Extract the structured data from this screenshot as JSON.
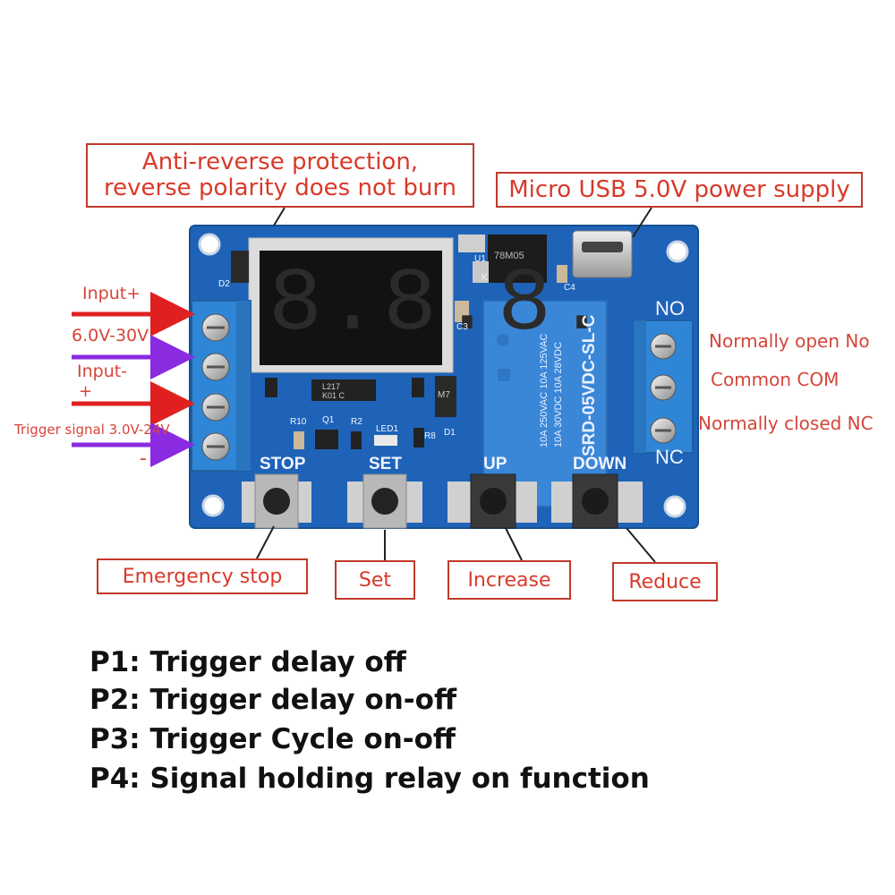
{
  "callouts": {
    "anti_reverse_line1": "Anti-reverse protection,",
    "anti_reverse_line2": "reverse polarity does not burn",
    "micro_usb": "Micro USB 5.0V power supply",
    "emergency_stop": "Emergency stop",
    "set": "Set",
    "increase": "Increase",
    "reduce": "Reduce"
  },
  "left_labels": {
    "input_plus": "Input+",
    "voltage_range": "6.0V-30V",
    "input_minus": "Input-",
    "plus_sign": "+",
    "trigger_signal": "Trigger signal 3.0V-24V",
    "minus_sign": "-"
  },
  "right_labels": {
    "normally_open": "Normally open No",
    "common": "Common COM",
    "normally_closed": "Normally closed NC"
  },
  "board": {
    "button_stop": "STOP",
    "button_set": "SET",
    "button_up": "UP",
    "button_down": "DOWN",
    "terminal_no": "NO",
    "terminal_nc": "NC",
    "display": "8.8.8.",
    "relay_model": "SRD-05VDC-SL-C",
    "relay_rating_1": "10A 250VAC 10A 125VAC",
    "relay_rating_2": "10A 30VDC 10A 28VDC",
    "regulator": "78M05",
    "reg_u1": "U1",
    "reg_k": "K",
    "ic_code": "L217",
    "ic_code2": "K01 C",
    "label_d2": "D2",
    "label_d1": "D1",
    "label_r10": "R10",
    "label_q1": "Q1",
    "label_r2": "R2",
    "label_led1": "LED1",
    "label_r8": "R8",
    "label_c3": "C3",
    "label_c4": "C4",
    "label_m7": "M7"
  },
  "legend": {
    "p1": "P1: Trigger delay off",
    "p2": "P2: Trigger delay on-off",
    "p3": "P3: Trigger Cycle on-off",
    "p4": "P4: Signal holding relay on function"
  },
  "colors": {
    "pcb": "#1e63b8",
    "terminal": "#2f86d6",
    "relay": "#3a87d8",
    "callout_border": "#c0392b",
    "callout_text": "#d83a2a",
    "arrow_red": "#e02020",
    "arrow_purple": "#8a2be2"
  }
}
